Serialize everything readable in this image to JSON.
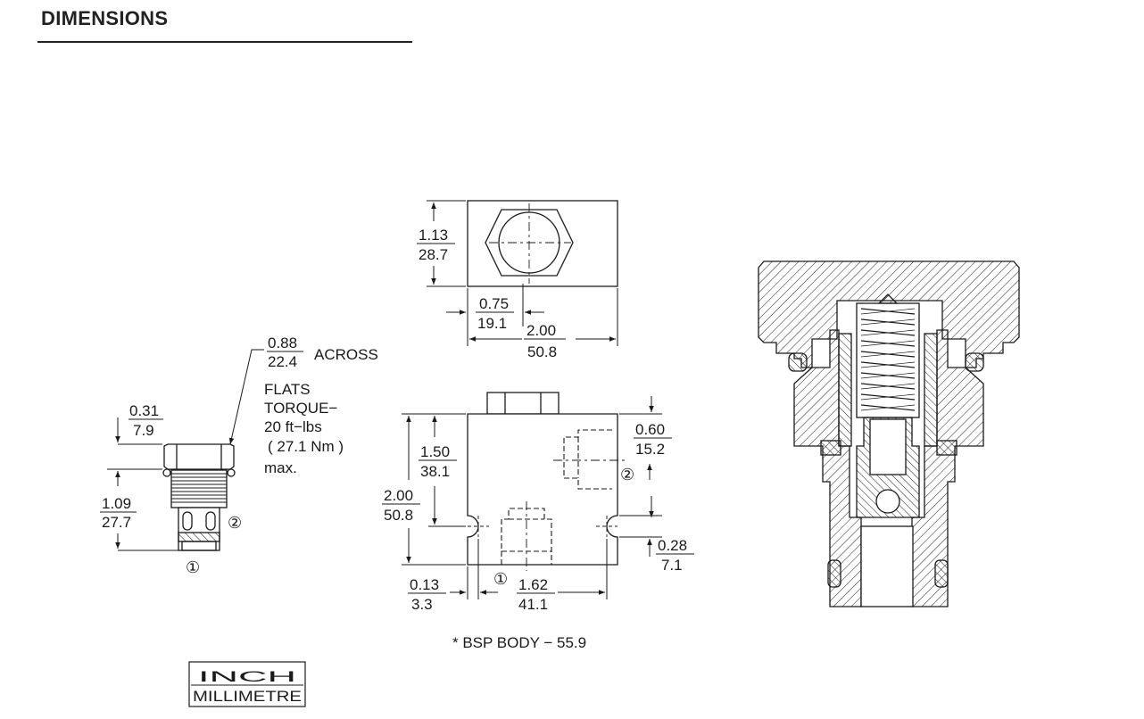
{
  "header": {
    "title": "DIMENSIONS"
  },
  "side_view": {
    "top_dim": {
      "inch": "0.31",
      "mm": "7.9"
    },
    "length_dim": {
      "inch": "1.09",
      "mm": "27.7"
    },
    "port1": "①",
    "port2": "②",
    "callout": {
      "inch": "0.88",
      "mm": "22.4",
      "unit_text": "ACROSS",
      "lines": [
        "FLATS",
        "TORQUE−",
        "20 ft−lbs",
        "( 27.1 Nm )",
        "max."
      ]
    }
  },
  "top_view": {
    "height_dim": {
      "inch": "1.13",
      "mm": "28.7"
    },
    "center_dim": {
      "inch": "0.75",
      "mm": "19.1"
    },
    "width_dim": {
      "inch": "2.00",
      "mm": "50.8"
    }
  },
  "front_view": {
    "port_height_dim": {
      "inch": "1.50",
      "mm": "38.1"
    },
    "overall_height_dim": {
      "inch": "2.00",
      "mm": "50.8"
    },
    "port2_offset_dim": {
      "inch": "0.60",
      "mm": "15.2"
    },
    "mount_offset_dim": {
      "inch": "0.28",
      "mm": "7.1"
    },
    "edge_dim": {
      "inch": "0.13",
      "mm": "3.3"
    },
    "hole_spacing_dim": {
      "inch": "1.62",
      "mm": "41.1"
    },
    "port1": "①",
    "port2": "②",
    "bsp_note": "* BSP BODY − 55.9"
  },
  "legend": {
    "inch": "INCH",
    "mm": "MILLIMETRE"
  }
}
